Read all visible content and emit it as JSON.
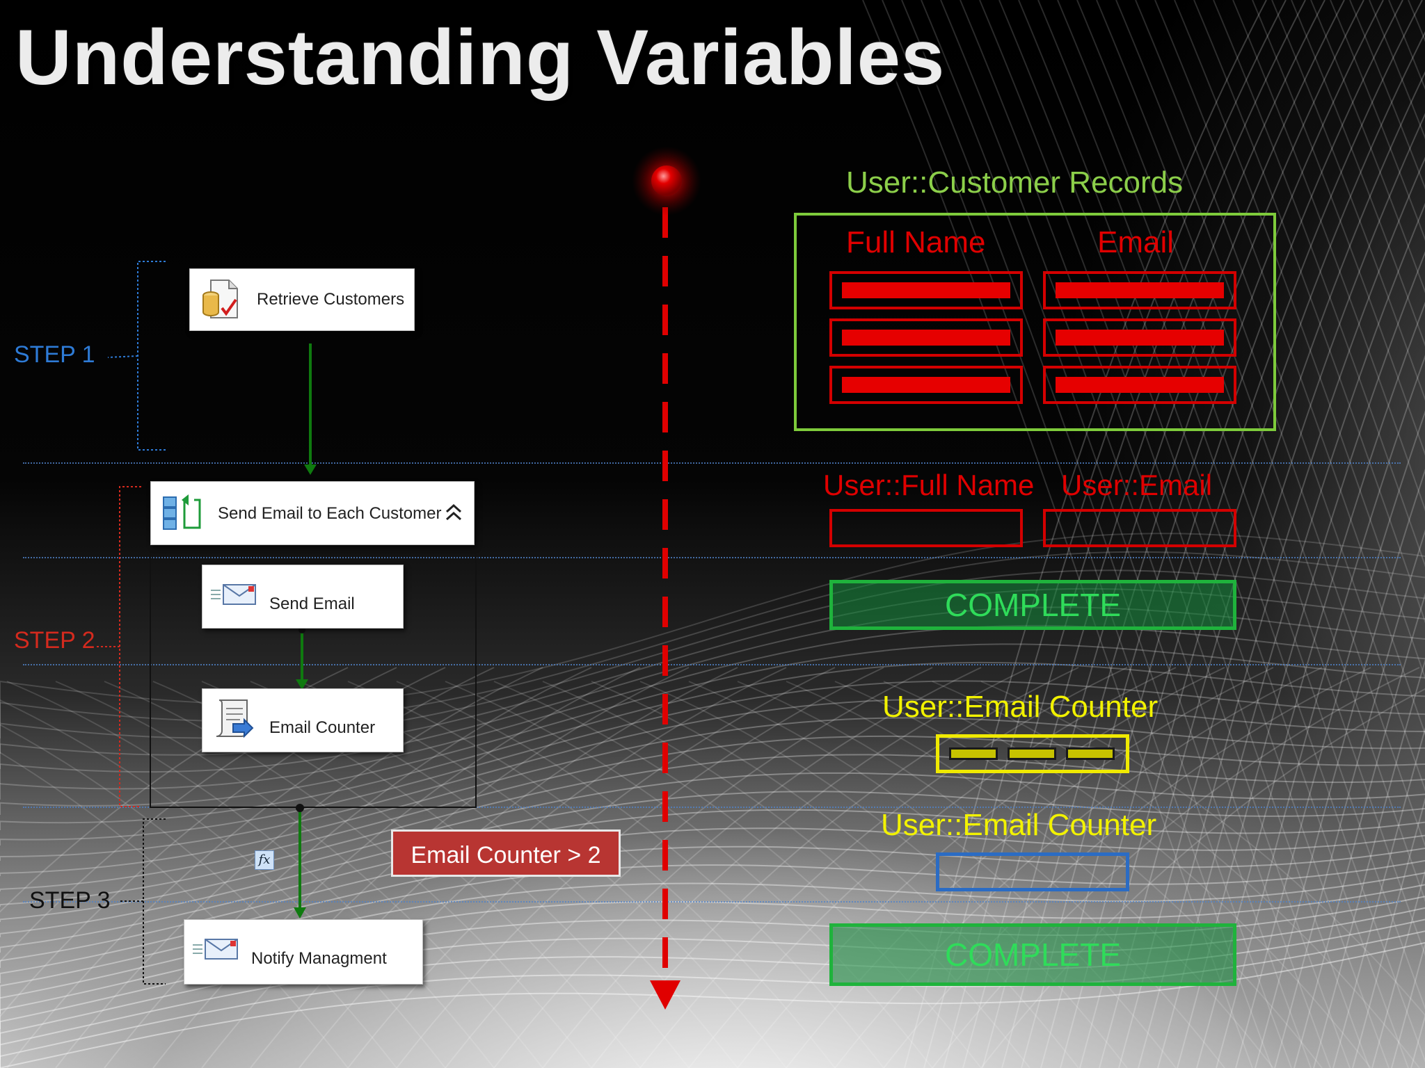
{
  "title": "Understanding Variables",
  "steps": {
    "step1": "STEP 1",
    "step2": "STEP 2",
    "step3": "STEP 3"
  },
  "tasks": {
    "retrieve": "Retrieve Customers",
    "loop": "Send Email to Each Customer",
    "send_email": "Send Email",
    "email_counter": "Email Counter",
    "notify": "Notify Managment"
  },
  "condition": "Email Counter > 2",
  "variables": {
    "customer_records": {
      "title": "User::Customer Records",
      "columns": [
        "Full Name",
        "Email"
      ],
      "row_count": 3
    },
    "full_name": "User::Full Name",
    "email": "User::Email",
    "complete_1": "COMPLETE",
    "email_counter_1": "User::Email Counter",
    "email_counter_2": "User::Email Counter",
    "complete_2": "COMPLETE"
  },
  "colors": {
    "step1": "#2e7bd6",
    "step2": "#d42a1e",
    "step3": "#111111",
    "records_green": "#7ecb3b",
    "cell_red": "#d40000",
    "counter_yellow": "#e6e600",
    "counter_blue": "#2b6cc4",
    "complete_green": "#1fb33c",
    "timeline_red": "#e00000"
  },
  "icons": [
    "database-document-icon",
    "foreach-loop-icon",
    "send-mail-icon",
    "script-scroll-icon",
    "expand-collapse-icon",
    "expression-fx-icon"
  ]
}
